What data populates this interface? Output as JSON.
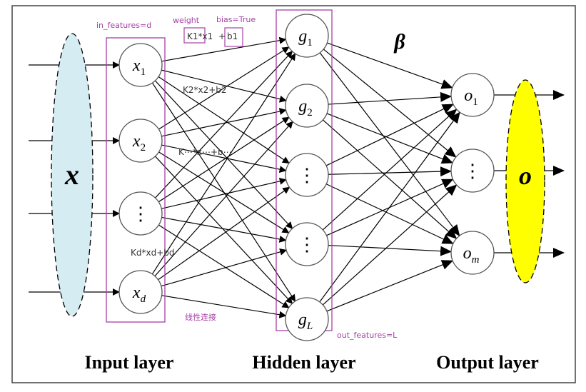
{
  "colors": {
    "frame": "#444444",
    "node_stroke": "#555555",
    "edge": "#000000",
    "annotation": "#a640a6",
    "input_ellipse": "#d6ecf3",
    "output_ellipse": "#ffff00"
  },
  "input": {
    "vector_label": "x",
    "nodes": [
      {
        "base": "x",
        "sub": "1"
      },
      {
        "base": "x",
        "sub": "2"
      },
      {
        "base": "⋮",
        "sub": ""
      },
      {
        "base": "x",
        "sub": "d"
      }
    ],
    "layer_label": "Input layer",
    "box_label": "in_features=d"
  },
  "hidden": {
    "nodes": [
      {
        "base": "g",
        "sub": "1"
      },
      {
        "base": "g",
        "sub": "2"
      },
      {
        "base": "⋮",
        "sub": ""
      },
      {
        "base": "⋮",
        "sub": ""
      },
      {
        "base": "g",
        "sub": "L"
      }
    ],
    "layer_label": "Hidden layer",
    "box_label": "out_features=L"
  },
  "output": {
    "vector_label": "o",
    "nodes": [
      {
        "base": "o",
        "sub": "1"
      },
      {
        "base": "⋮",
        "sub": ""
      },
      {
        "base": "o",
        "sub": "m"
      }
    ],
    "layer_label": "Output layer"
  },
  "beta_label": "β",
  "annotations": {
    "weight": "weight",
    "bias": "bias=True",
    "term1_k": "K1*x1",
    "term1_plus": "+",
    "term1_b": "b1",
    "term2": "K2*x2+b2",
    "term3": "K⋯*x⋯+b⋯",
    "termd": "Kd*xd+bd",
    "linear": "线性连接"
  }
}
